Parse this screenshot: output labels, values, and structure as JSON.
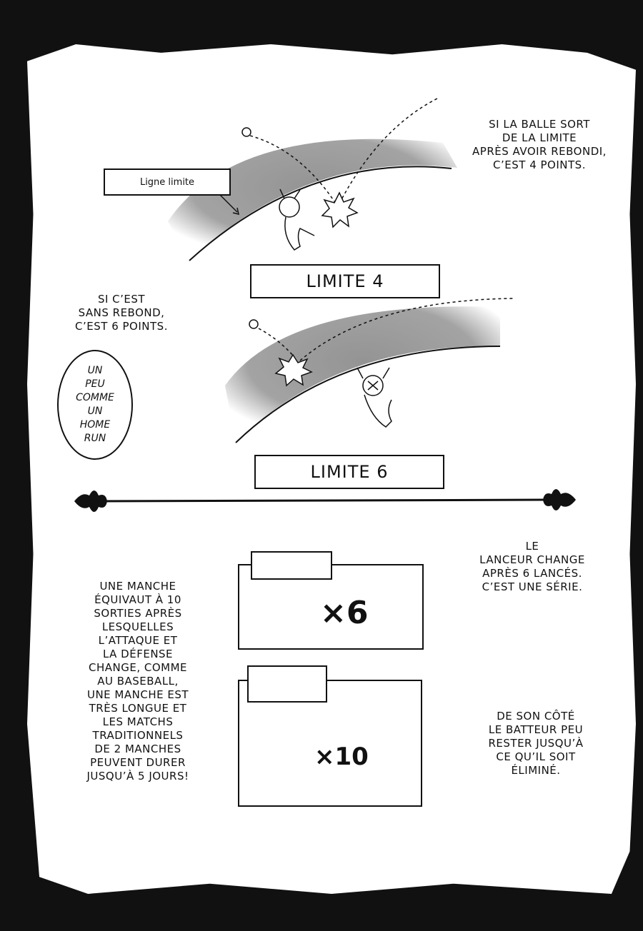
{
  "top_note": "Si la balle sort\nde la limite\naprès avoir rebondi,\nc’est 4 points.",
  "ligne_limite_label": "Ligne limite",
  "limite4_title": "LIMITE 4",
  "six_note": "Si c’est\nsans rebond,\nc’est 6 points.",
  "bubble_text": "Un\npeu\ncomme\nun\nhome\nrun",
  "limite6_title": "LIMITE 6",
  "bowler_note": "Le\nlanceur change\naprès 6 lancés.\nC’est une série.",
  "manche_note": "Une manche\néquivaut à 10\nsorties après\nlesquelles\nl’attaque et\nla défense\nchange, comme\nau baseball,\nune manche est\ntrès longue et\nles matchs\ntraditionnels\nde 2 manches\npeuvent durer\njusqu’à 5 jours!",
  "batter_note": "De son côté\nle batteur peu\nrester jusqu’à\nce qu’il soit\néliminé.",
  "ball_multiplier": "×6",
  "batter_multiplier": "×10",
  "icons": {
    "ball": "cricket-ball-icon",
    "batter": "batter-figure-icon",
    "divider_ornament": "fleur-de-lis-icon"
  }
}
